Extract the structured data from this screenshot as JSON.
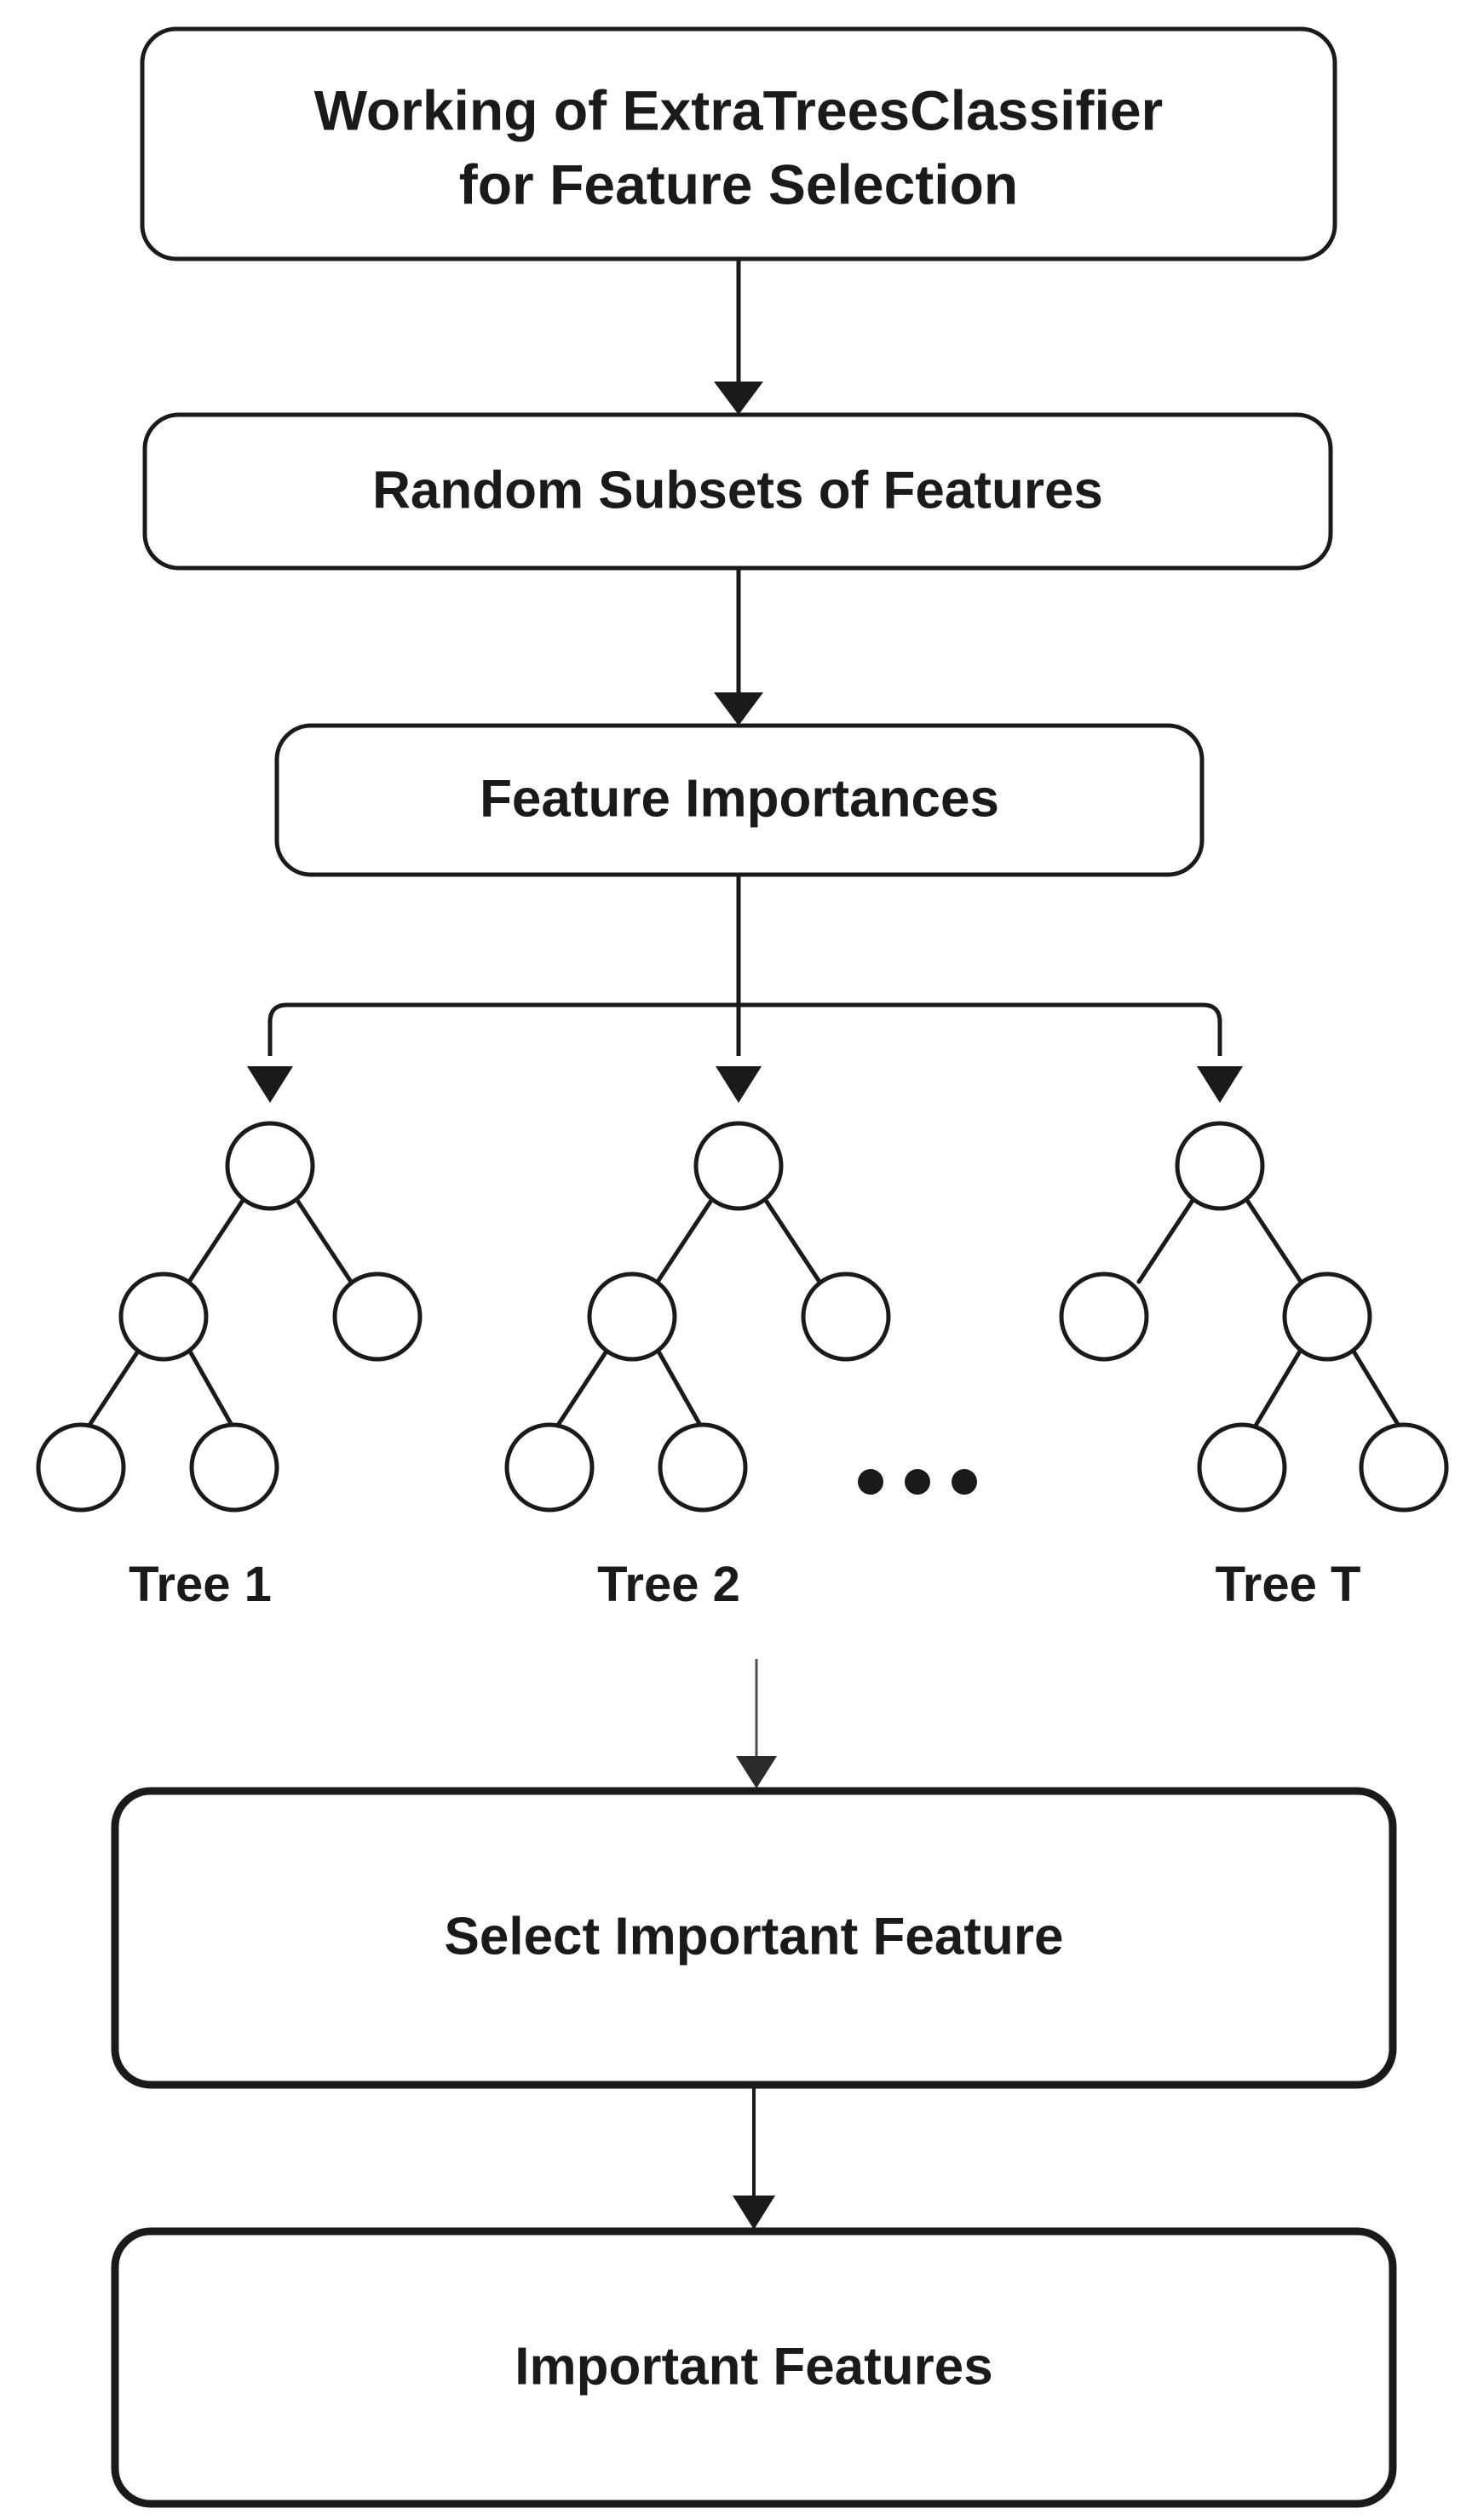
{
  "diagram": {
    "type": "flowchart",
    "title_box": {
      "line1": "Working of ExtraTreesClassifier",
      "line2": "for Feature Selection"
    },
    "steps": [
      {
        "id": "random-subsets",
        "label": "Random Subsets of Features"
      },
      {
        "id": "feature-importances",
        "label": "Feature Importances"
      },
      {
        "id": "select-important-feature",
        "label": "Select Important Feature"
      },
      {
        "id": "important-features",
        "label": "Important Features"
      }
    ],
    "trees": [
      {
        "id": "tree-1",
        "label": "Tree 1"
      },
      {
        "id": "tree-2",
        "label": "Tree 2"
      },
      {
        "id": "tree-t",
        "label": "Tree T"
      }
    ],
    "ellipsis": "• • •",
    "colors": {
      "background": "#ffffff",
      "stroke": "#1a1a1a",
      "text": "#1a1a1a",
      "thin_connector": "#4d4d4d"
    }
  }
}
